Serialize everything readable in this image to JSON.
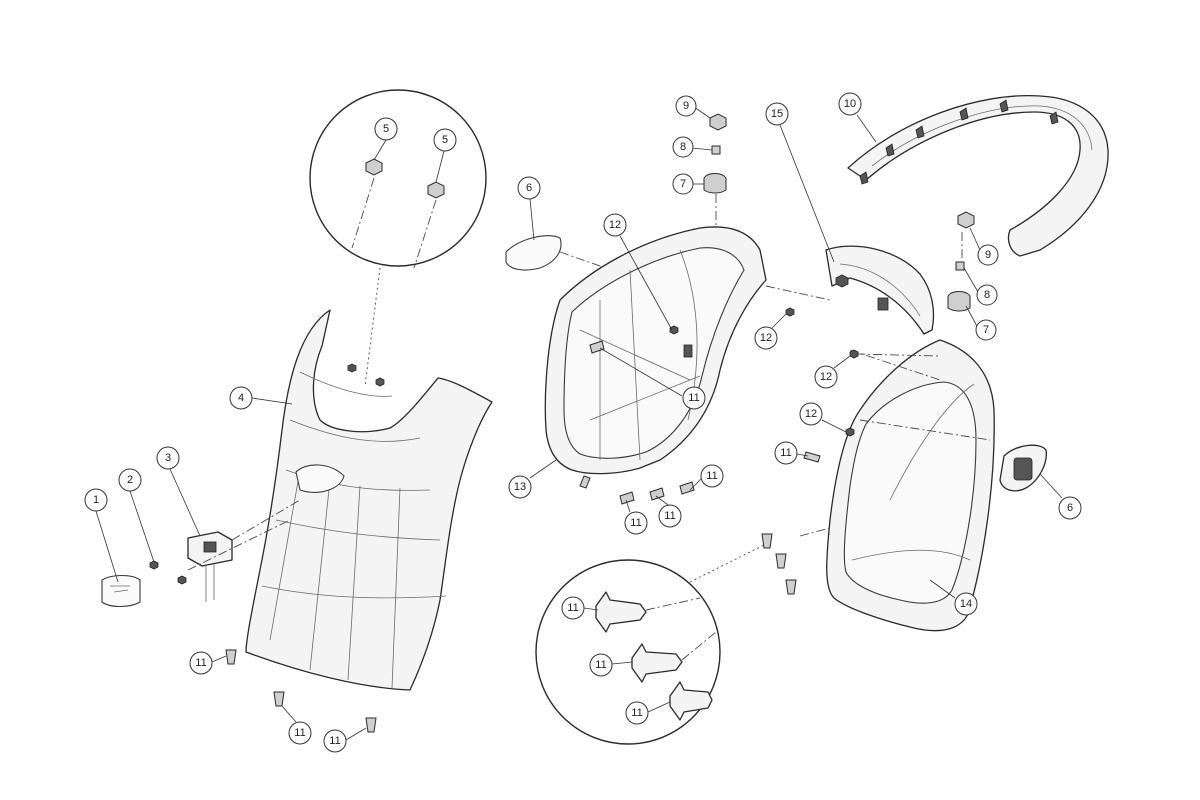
{
  "diagram": {
    "callouts": [
      {
        "id": "c1",
        "label": "1"
      },
      {
        "id": "c2",
        "label": "2"
      },
      {
        "id": "c3",
        "label": "3"
      },
      {
        "id": "c4",
        "label": "4"
      },
      {
        "id": "c5a",
        "label": "5"
      },
      {
        "id": "c5b",
        "label": "5"
      },
      {
        "id": "c6a",
        "label": "6"
      },
      {
        "id": "c6b",
        "label": "6"
      },
      {
        "id": "c7a",
        "label": "7"
      },
      {
        "id": "c7b",
        "label": "7"
      },
      {
        "id": "c8a",
        "label": "8"
      },
      {
        "id": "c8b",
        "label": "8"
      },
      {
        "id": "c9a",
        "label": "9"
      },
      {
        "id": "c9b",
        "label": "9"
      },
      {
        "id": "c10",
        "label": "10"
      },
      {
        "id": "c11a",
        "label": "11"
      },
      {
        "id": "c11b",
        "label": "11"
      },
      {
        "id": "c11c",
        "label": "11"
      },
      {
        "id": "c11d",
        "label": "11"
      },
      {
        "id": "c11e",
        "label": "11"
      },
      {
        "id": "c11f",
        "label": "11"
      },
      {
        "id": "c11g",
        "label": "11"
      },
      {
        "id": "c11h",
        "label": "11"
      },
      {
        "id": "c11i",
        "label": "11"
      },
      {
        "id": "c11j",
        "label": "11"
      },
      {
        "id": "c11k",
        "label": "11"
      },
      {
        "id": "c12a",
        "label": "12"
      },
      {
        "id": "c12b",
        "label": "12"
      },
      {
        "id": "c12c",
        "label": "12"
      },
      {
        "id": "c12d",
        "label": "12"
      },
      {
        "id": "c13",
        "label": "13"
      },
      {
        "id": "c14",
        "label": "14"
      },
      {
        "id": "c15",
        "label": "15"
      }
    ]
  }
}
